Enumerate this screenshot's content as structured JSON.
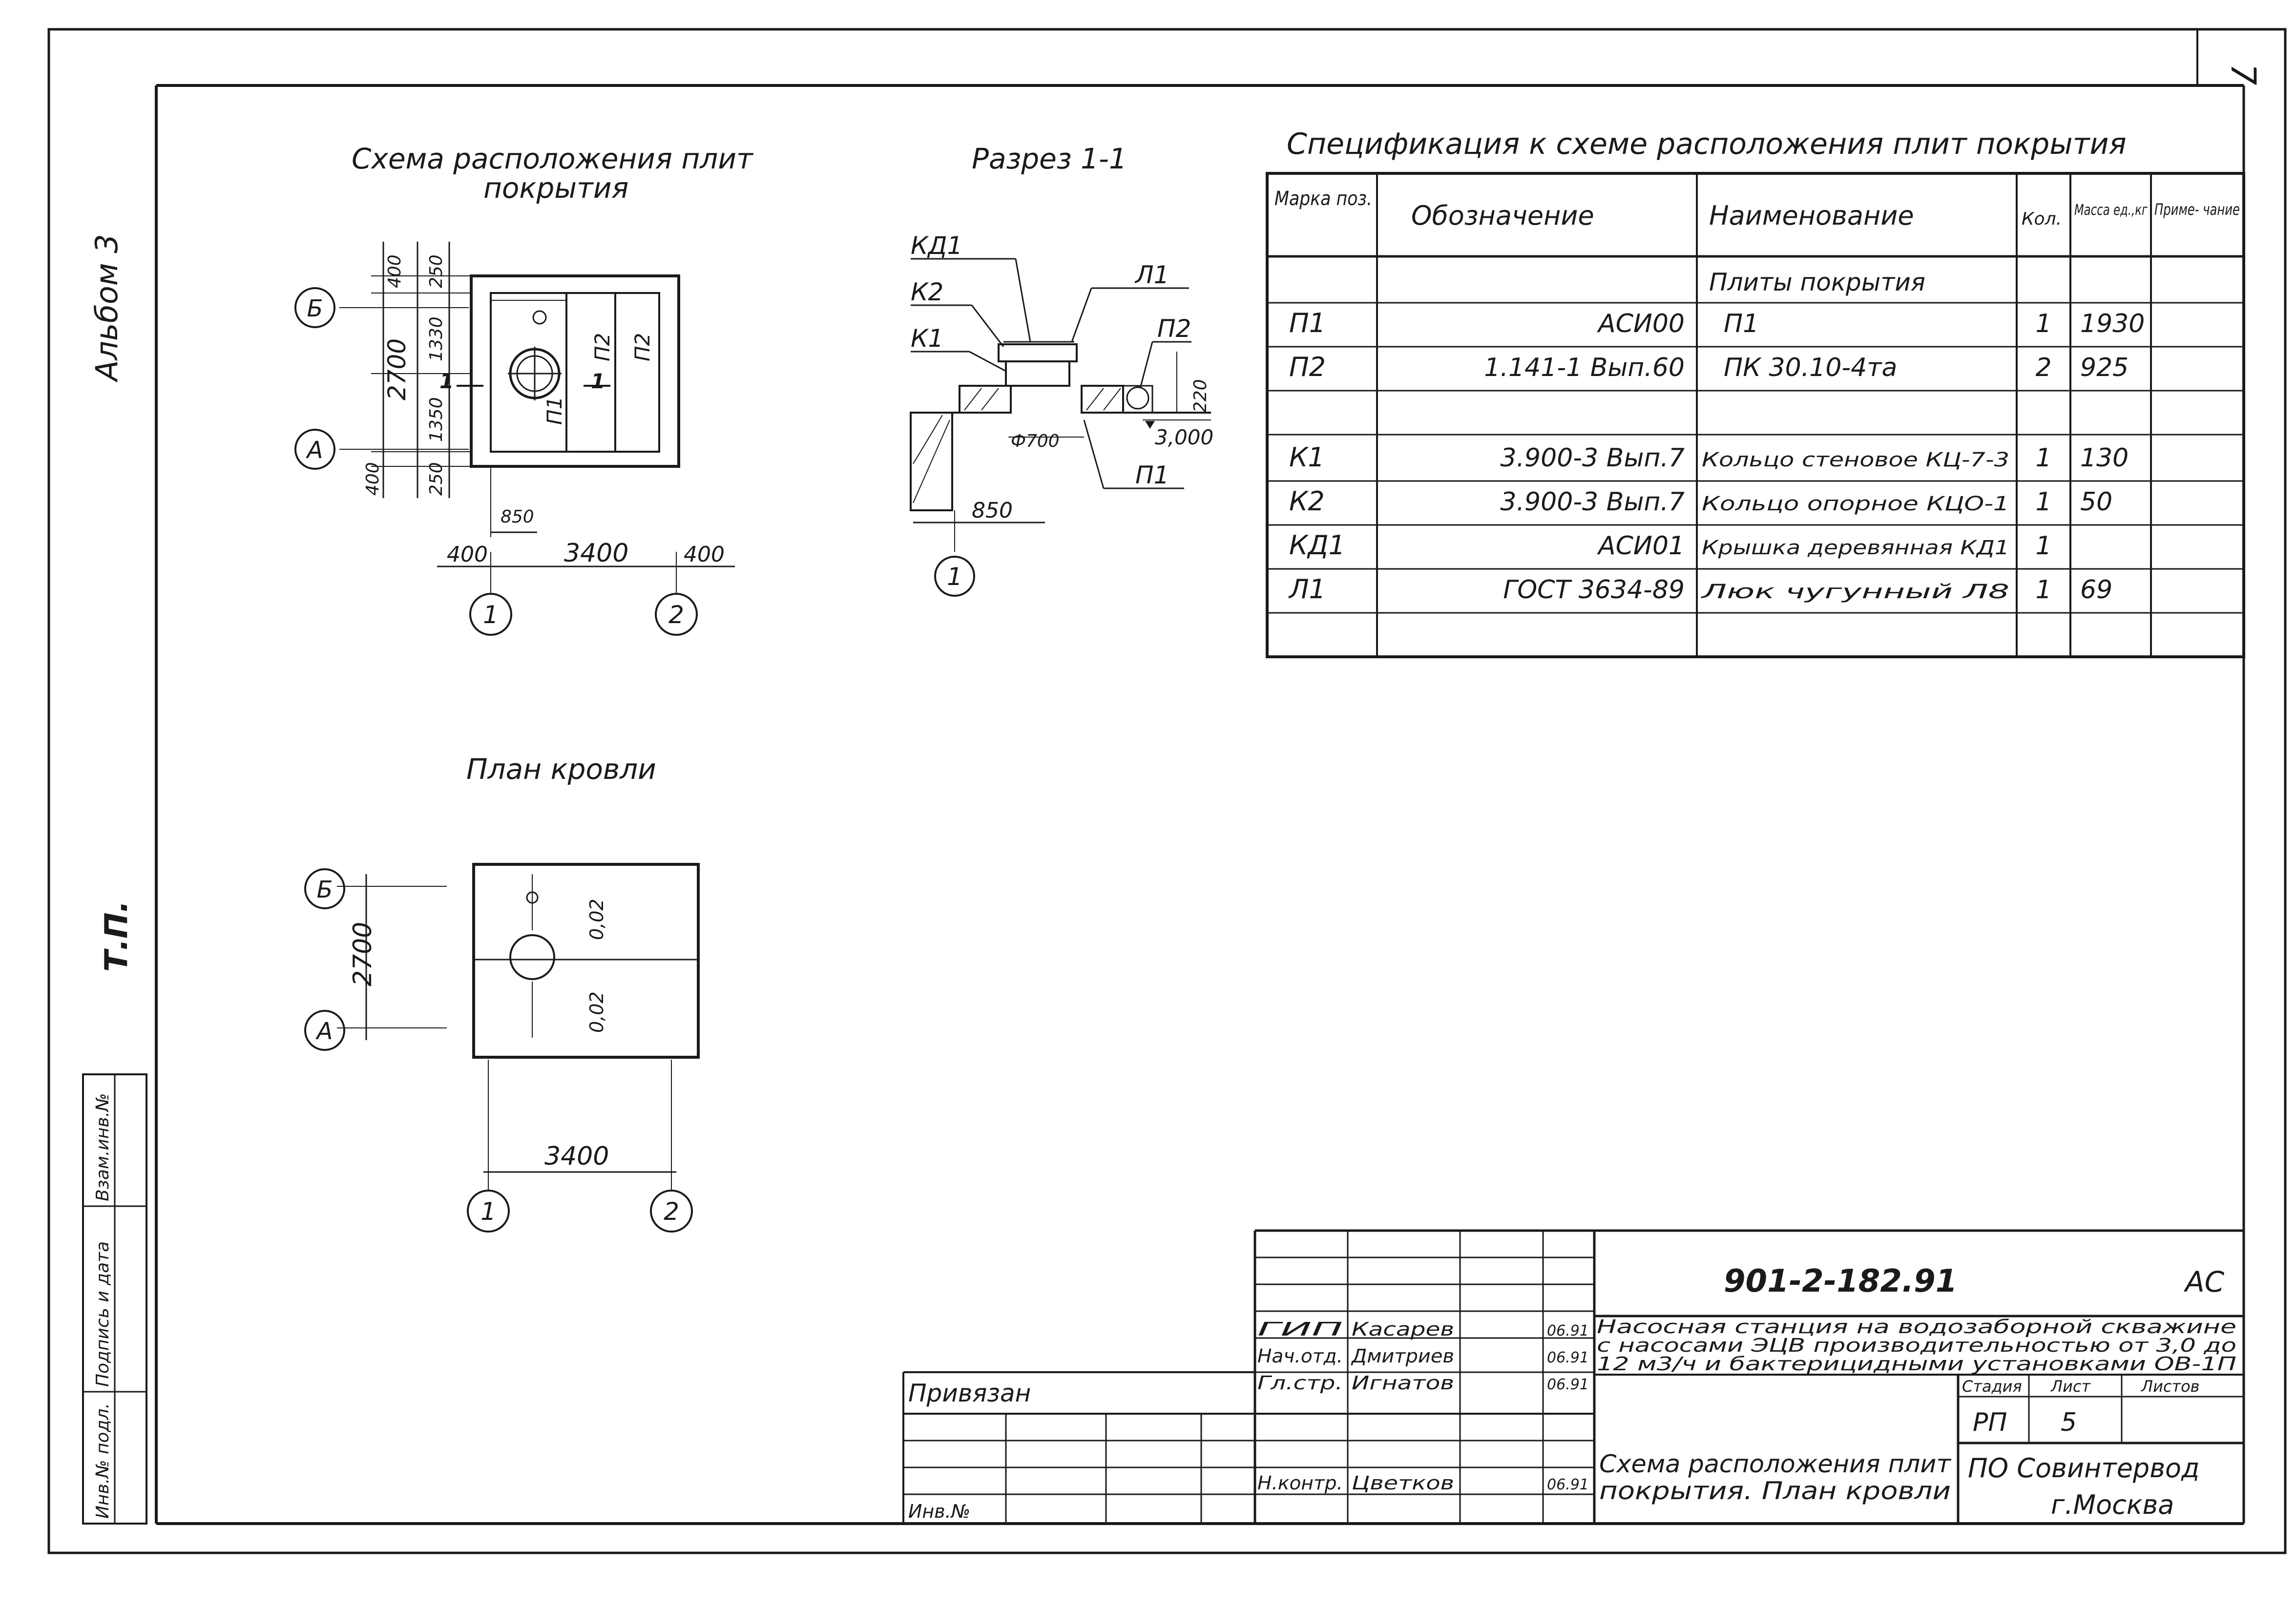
{
  "sheet_number": "7",
  "side_strip": {
    "album": "Альбом 3",
    "tp": "Т.П.",
    "stamp_rows": [
      "Инв.№ подл.",
      "Подпись и дата",
      "Взам.инв.№"
    ]
  },
  "plate_scheme": {
    "title_line1": "Схема расположения плит",
    "title_line2": "покрытия",
    "axes": {
      "b": "Б",
      "a": "А",
      "n1": "1",
      "n2": "2"
    },
    "dims": {
      "top400": "400",
      "top250": "250",
      "d1330": "1330",
      "d2700": "2700",
      "d1350": "1350",
      "bot250": "250",
      "bot400": "400",
      "d850": "850",
      "d3400": "3400",
      "left400": "400",
      "right400": "400"
    },
    "marks": {
      "p2a": "П2",
      "p2b": "П2",
      "p1": "П1",
      "k1": "1",
      "k2": "1"
    }
  },
  "section": {
    "title": "Разрез 1-1",
    "labels": {
      "kd1": "КД1",
      "k2": "К2",
      "k1": "К1",
      "l1": "Л1",
      "p2": "П2",
      "p1": "П1"
    },
    "dims": {
      "d220": "220",
      "elev": "3,000",
      "dia": "Ф700",
      "d850": "850",
      "axis": "1"
    }
  },
  "roof_plan": {
    "title": "План кровли",
    "axes": {
      "b": "Б",
      "a": "А",
      "n1": "1",
      "n2": "2"
    },
    "dims": {
      "d2700": "2700",
      "d3400": "3400",
      "slope_top": "0,02",
      "slope_bot": "0,02"
    }
  },
  "spec": {
    "title": "Спецификация к схеме расположения плит покрытия",
    "headers": [
      "Марка поз.",
      "Обозначение",
      "Наименование",
      "Кол.",
      "Масса ед.,кг",
      "Приме- чание"
    ],
    "group_label": "Плиты покрытия",
    "rows": [
      {
        "mark": "П1",
        "code": "АСИ00",
        "name": "П1",
        "qty": "1",
        "mass": "1930",
        "note": ""
      },
      {
        "mark": "П2",
        "code": "1.141-1 Вып.60",
        "name": "ПК 30.10-4та",
        "qty": "2",
        "mass": "925",
        "note": ""
      },
      {
        "mark": "",
        "code": "",
        "name": "",
        "qty": "",
        "mass": "",
        "note": ""
      },
      {
        "mark": "К1",
        "code": "3.900-3 Вып.7",
        "name": "Кольцо стеновое КЦ-7-3",
        "qty": "1",
        "mass": "130",
        "note": ""
      },
      {
        "mark": "К2",
        "code": "3.900-3 Вып.7",
        "name": "Кольцо опорное КЦО-1",
        "qty": "1",
        "mass": "50",
        "note": ""
      },
      {
        "mark": "КД1",
        "code": "АСИ01",
        "name": "Крышка деревянная КД1",
        "qty": "1",
        "mass": "",
        "note": ""
      },
      {
        "mark": "Л1",
        "code": "ГОСТ 3634-89",
        "name": "Люк чугунный Л8",
        "qty": "1",
        "mass": "69",
        "note": ""
      }
    ]
  },
  "title_block": {
    "doc_code": "901-2-182.91",
    "section_code": "АС",
    "description": [
      "Насосная станция на водозаборной скважине",
      "с насосами ЭЦВ производительностью от 3,0 до",
      "12 м3/ч и бактерицидными установками ОВ-1П"
    ],
    "stage_label": "Стадия",
    "sheet_label": "Лист",
    "sheets_label": "Листов",
    "stage": "РП",
    "sheet": "5",
    "sheets": "",
    "drawing_name": [
      "Схема расположения плит",
      "покрытия. План кровли"
    ],
    "org": "ПО Совинтервод",
    "city": "г.Москва",
    "attached": "Привязан",
    "inv": "Инв.№",
    "signers": [
      {
        "role": "ГИП",
        "name": "Касарев",
        "date": "06.91"
      },
      {
        "role": "Нач.отд.",
        "name": "Дмитриев",
        "date": "06.91"
      },
      {
        "role": "Гл.стр.",
        "name": "Игнатов",
        "date": "06.91"
      },
      {
        "role": "Н.контр.",
        "name": "Цветков",
        "date": "06.91"
      }
    ]
  }
}
